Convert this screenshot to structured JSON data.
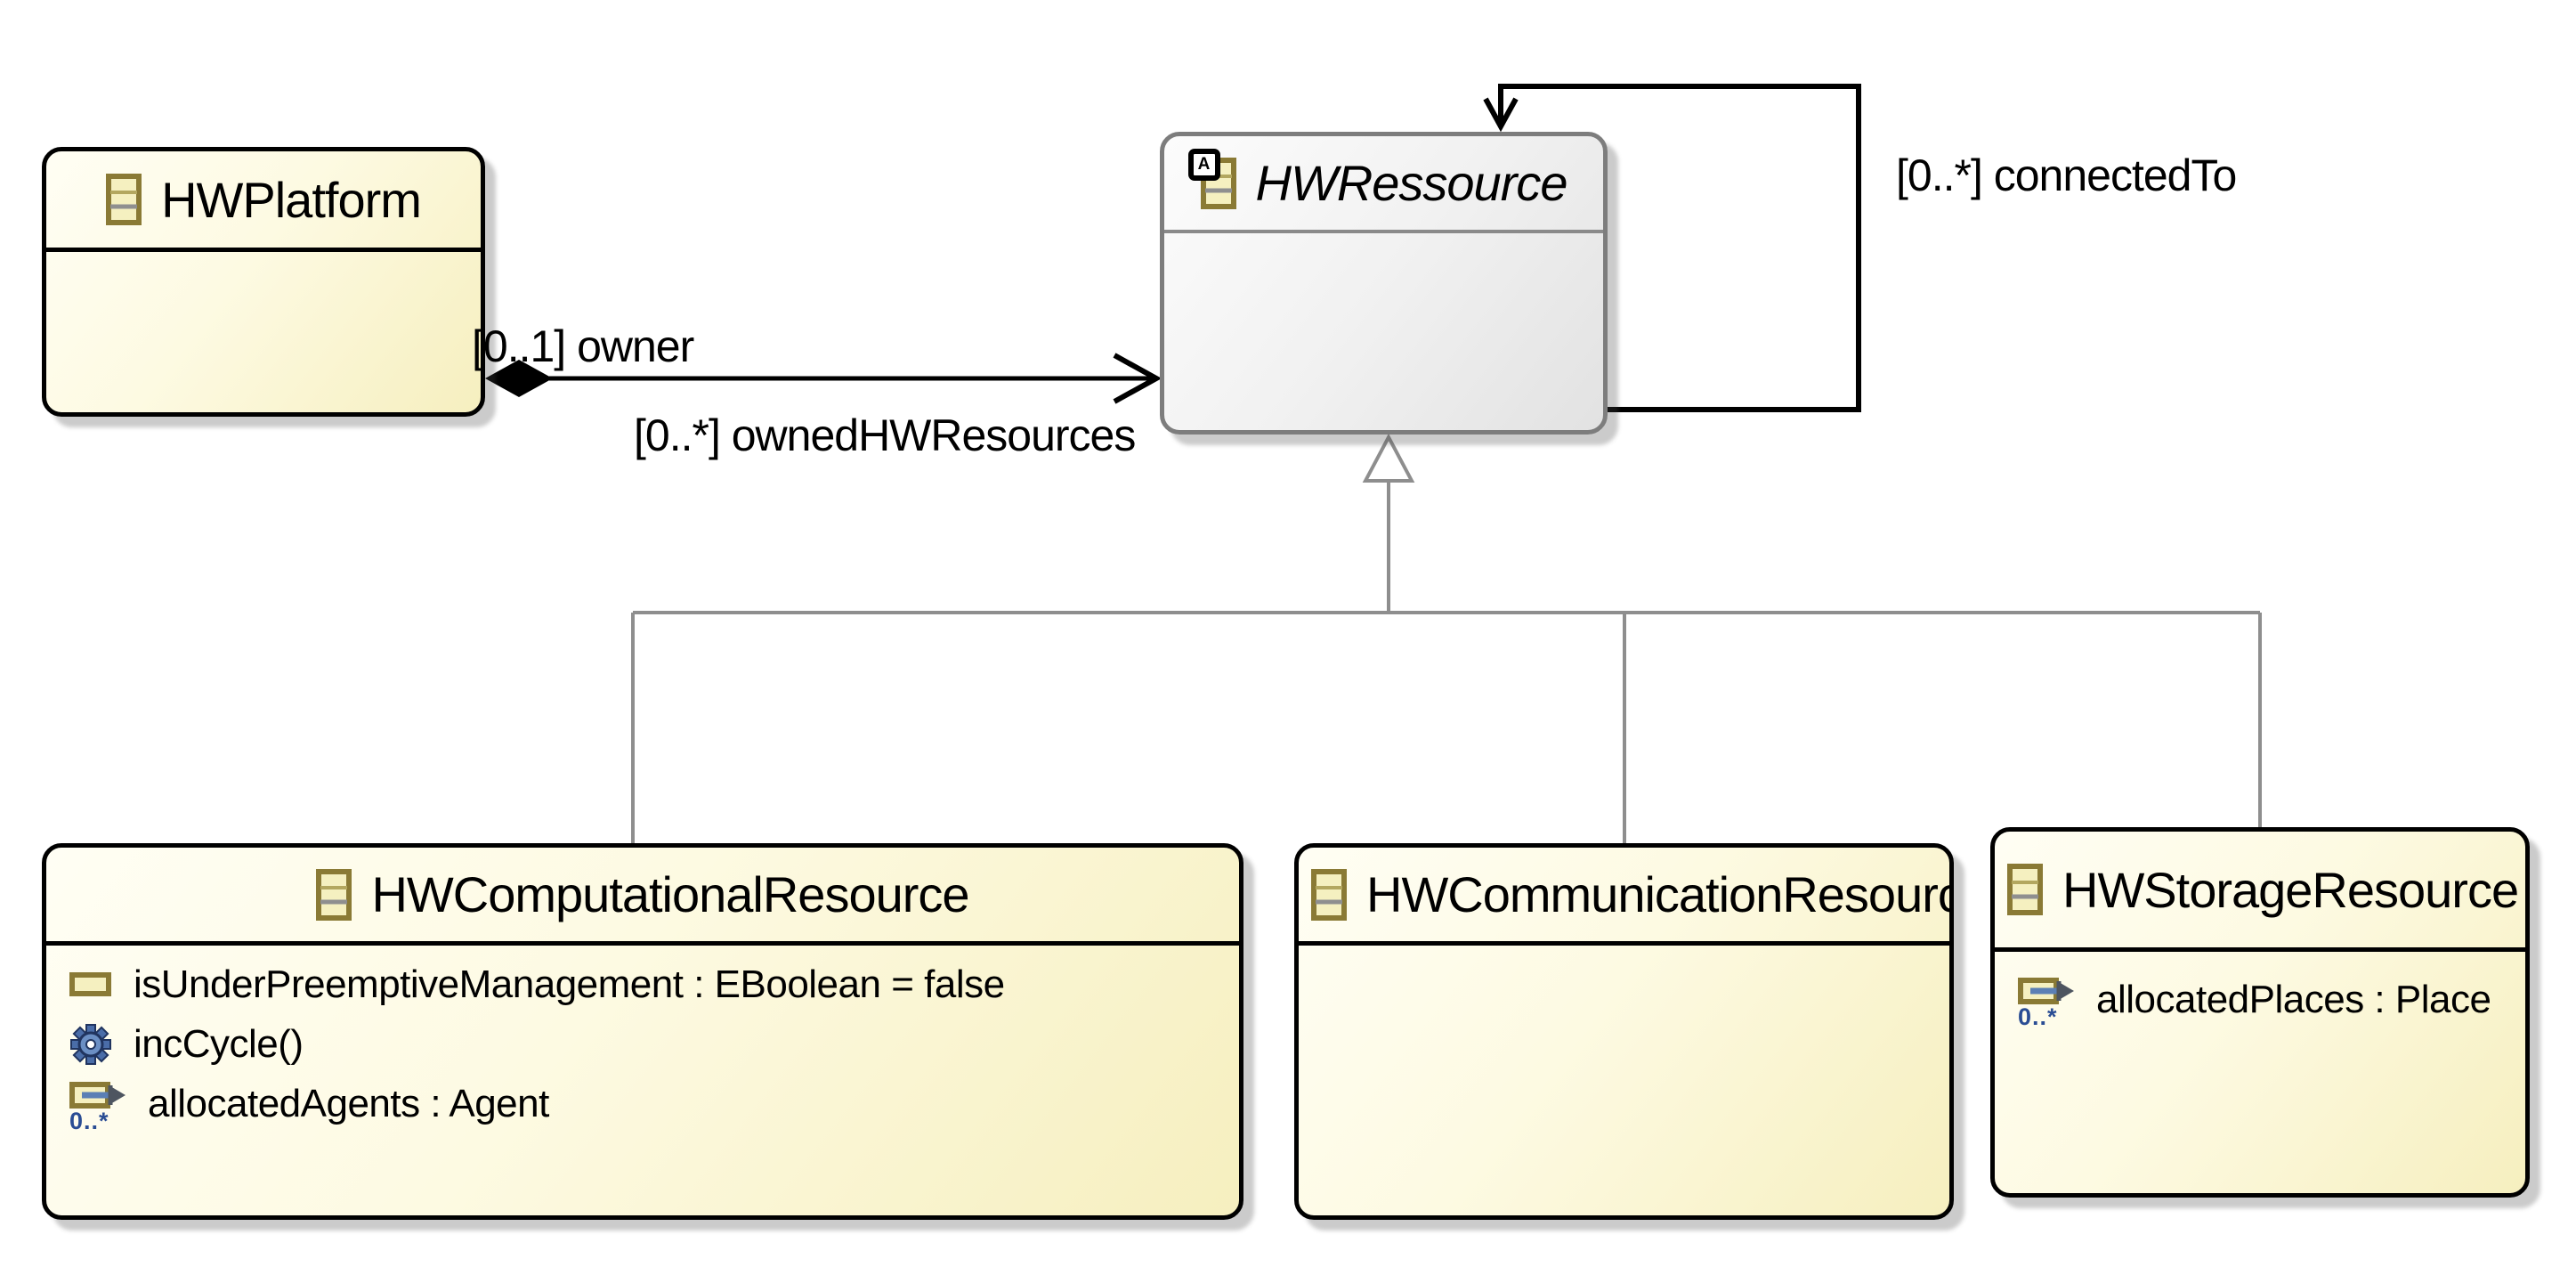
{
  "diagram": {
    "kind": "UML class diagram (Ecore)",
    "background": "#ffffff",
    "colors": {
      "class_border": "#000000",
      "class_fill_start": "#fffef4",
      "class_fill_end": "#f6efbf",
      "abstract_border": "#7d7d7d",
      "abstract_fill_start": "#fcfcfc",
      "abstract_fill_end": "#e2e2e2",
      "inheritance_gray": "#8e8e8e",
      "association_black": "#000000",
      "icon_olive": "#8a7a35",
      "icon_cream": "#f5f0c0",
      "icon_gear_blue": "#5b7fb5",
      "multiplicity_blue": "#2a4d94"
    }
  },
  "classes": {
    "platform": {
      "name": "HWPlatform"
    },
    "resource": {
      "name": "HWRessource",
      "abstract_badge": "A"
    },
    "computational": {
      "name": "HWComputationalResource",
      "attribute": "isUnderPreemptiveManagement : EBoolean = false",
      "operation": "incCycle()",
      "reference": "allocatedAgents : Agent",
      "reference_multiplicity": "0..*"
    },
    "communication": {
      "name": "HWCommunicationResource"
    },
    "storage": {
      "name": "HWStorageResource",
      "reference": "allocatedPlaces : Place",
      "reference_multiplicity": "0..*"
    }
  },
  "edges": {
    "owned_hw_resources": {
      "type": "composition",
      "source_label": "[0..1] owner",
      "target_label": "[0..*] ownedHWResources"
    },
    "connected_to": {
      "type": "association-self-loop",
      "label": "[0..*] connectedTo"
    },
    "generalizations": {
      "type": "inheritance",
      "children": "HWComputationalResource, HWCommunicationResource, HWStorageResource",
      "parent": "HWRessource"
    }
  }
}
